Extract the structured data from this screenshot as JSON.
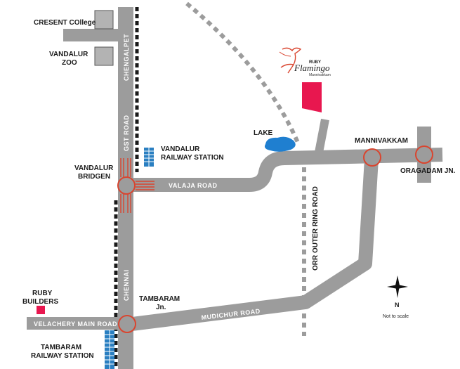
{
  "labels": {
    "cresent_college": "CRESENT COllege",
    "vandalur_zoo_1": "VANDALUR",
    "vandalur_zoo_2": "ZOO",
    "chengalpet": "CHENGALPET",
    "gst_road": "GST ROAD",
    "vandalur_railway_station": "VANDALUR",
    "vandalur_railway_station_2": "RAILWAY STATION",
    "vandalur_bridgen_1": "VANDALUR",
    "vandalur_bridgen_2": "BRIDGEN",
    "valaja_road": "VALAJA ROAD",
    "lake": "LAKE",
    "mannivakkam": "MANNIVAKKAM",
    "oragadam": "ORAGADAM JN.",
    "orr": "ORR OUTER RING ROAD",
    "chennai": "CHENNAI",
    "tambaram_jn_1": "TAMBARAM",
    "tambaram_jn_2": "Jn.",
    "mudichur_road": "MUDICHUR ROAD",
    "velachery_main_road": "VELACHERY MAIN ROAD",
    "ruby_builders_1": "RUBY",
    "ruby_builders_2": "BUILDERS",
    "tambaram_station_1": "TAMBARAM",
    "tambaram_station_2": "RAILWAY STATION",
    "north": "N",
    "scale": "Not to scale"
  },
  "logo": {
    "brand_small": "RUBY",
    "brand_name": "Flamingo",
    "brand_sub": "Mannivakkam"
  },
  "colors": {
    "road": "#9c9c9c",
    "railway": "#1a1a1a",
    "junction": "#d9452f",
    "site": "#e8174f",
    "lake": "#1f7fd0",
    "station": "#2a7fc1",
    "landmark": "#b3b3b3"
  }
}
